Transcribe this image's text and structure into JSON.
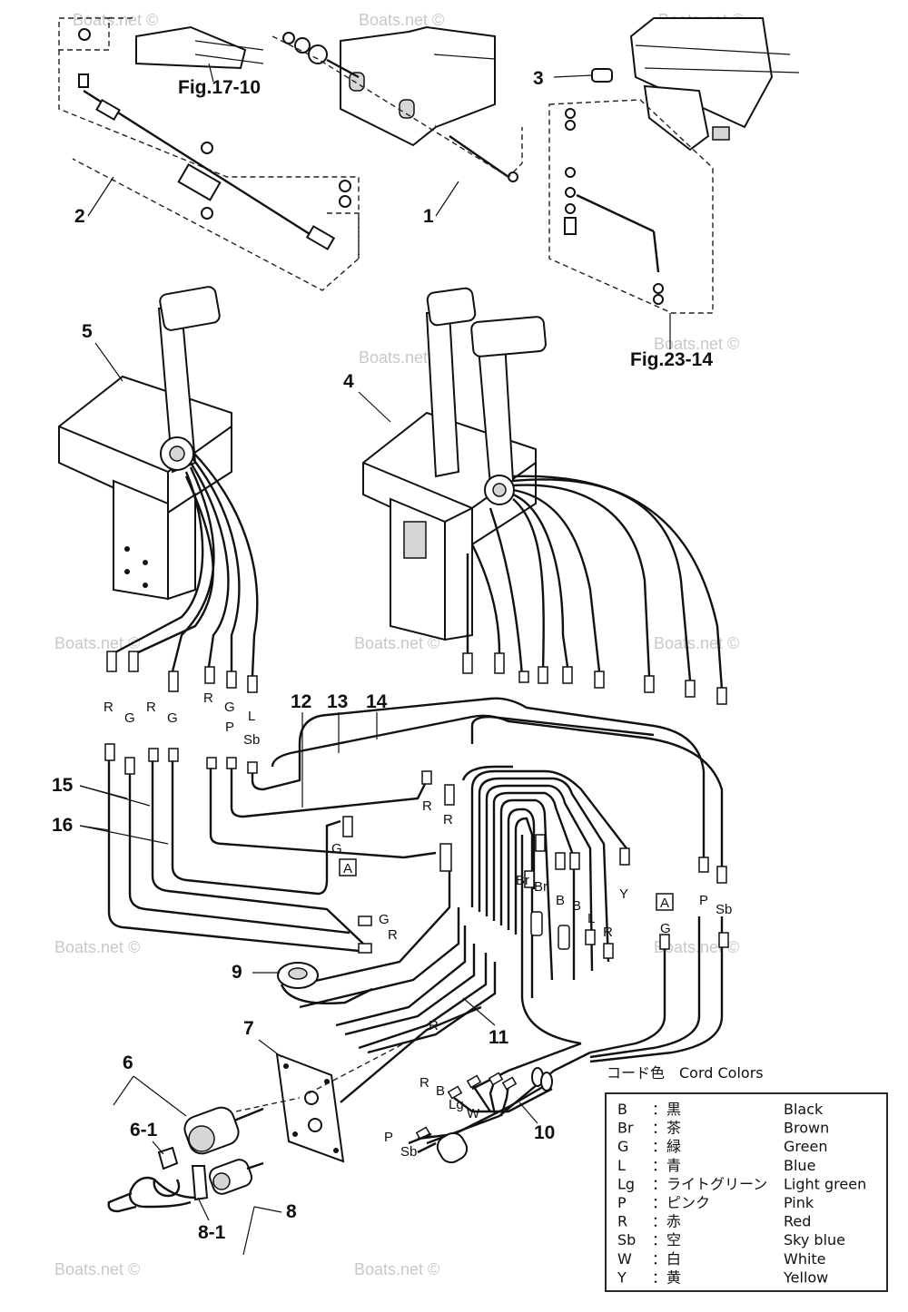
{
  "watermark": "Boats.net ©",
  "figure_refs": {
    "fig_17_10": "Fig.17-10",
    "fig_23_14": "Fig.23-14"
  },
  "callouts": {
    "c1": "1",
    "c2": "2",
    "c3": "3",
    "c4": "4",
    "c5": "5",
    "c6": "6",
    "c6_1": "6-1",
    "c7": "7",
    "c8": "8",
    "c8_1": "8-1",
    "c9": "9",
    "c10": "10",
    "c11": "11",
    "c12": "12",
    "c13": "13",
    "c14": "14",
    "c15": "15",
    "c16": "16"
  },
  "wire_codes": {
    "w1": "R",
    "w2": "G",
    "w3": "R",
    "w4": "G",
    "w5": "R",
    "w6": "G",
    "w7": "P",
    "w8": "L",
    "w9": "Sb",
    "w10": "G",
    "w11": "A",
    "w12": "R",
    "w13": "R",
    "w14": "G",
    "w15": "R",
    "w16": "Br",
    "w17": "Br",
    "w18": "B",
    "w19": "B",
    "w20": "L",
    "w21": "R",
    "w22": "Y",
    "w23": "A",
    "w24": "G",
    "w25": "P",
    "w26": "Sb",
    "w27": "R",
    "w28": "R",
    "w29": "B",
    "w30": "Lg",
    "w31": "W",
    "w32": "P",
    "w33": "Sb"
  },
  "legend": {
    "title": "コード色　Cord Colors",
    "rows": [
      {
        "code": "B",
        "jp": "：黒",
        "en": "Black"
      },
      {
        "code": "Br",
        "jp": "：茶",
        "en": "Brown"
      },
      {
        "code": "G",
        "jp": "：緑",
        "en": "Green"
      },
      {
        "code": "L",
        "jp": "：青",
        "en": "Blue"
      },
      {
        "code": "Lg",
        "jp": "：ライトグリーン",
        "en": "Light green"
      },
      {
        "code": "P",
        "jp": "：ピンク",
        "en": "Pink"
      },
      {
        "code": "R",
        "jp": "：赤",
        "en": "Red"
      },
      {
        "code": "Sb",
        "jp": "：空",
        "en": "Sky blue"
      },
      {
        "code": "W",
        "jp": "：白",
        "en": "White"
      },
      {
        "code": "Y",
        "jp": "：黄",
        "en": "Yellow"
      }
    ]
  }
}
